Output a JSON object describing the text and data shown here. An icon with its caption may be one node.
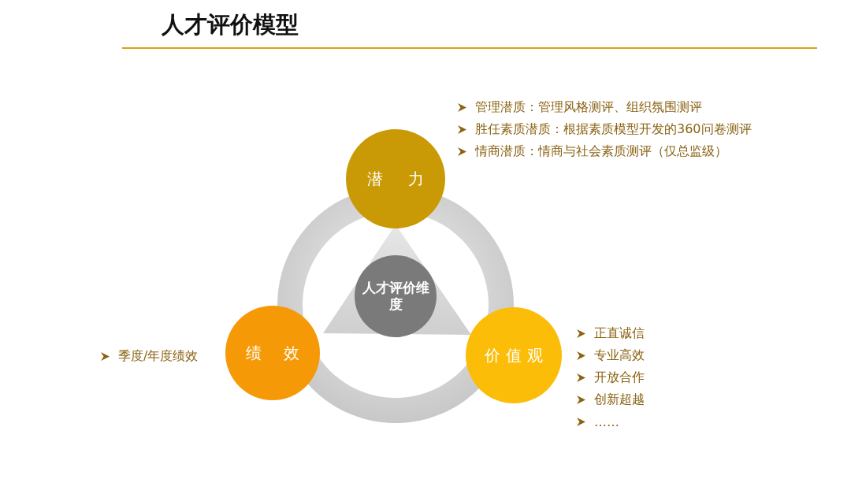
{
  "diagram": {
    "title": "人才评价模型",
    "nodes": [
      {
        "text": [
          "潜力"
        ],
        "beside": [
          "管理潜质：管理风格测评、组织氛围测评",
          "胜任素质潜质：根据素质模型开发的360问卷测评",
          "情商潜质：情商与社会素质测评（仅总监级）"
        ]
      },
      {
        "text": [
          "人才评价维度"
        ]
      },
      {
        "text": [
          "绩效"
        ],
        "beside": [
          "季度/年度绩效"
        ]
      },
      {
        "text": [
          "价值观"
        ],
        "beside": [
          "正直诚信",
          "专业高效",
          "开放合作",
          "创新超越",
          "……"
        ]
      }
    ]
  }
}
